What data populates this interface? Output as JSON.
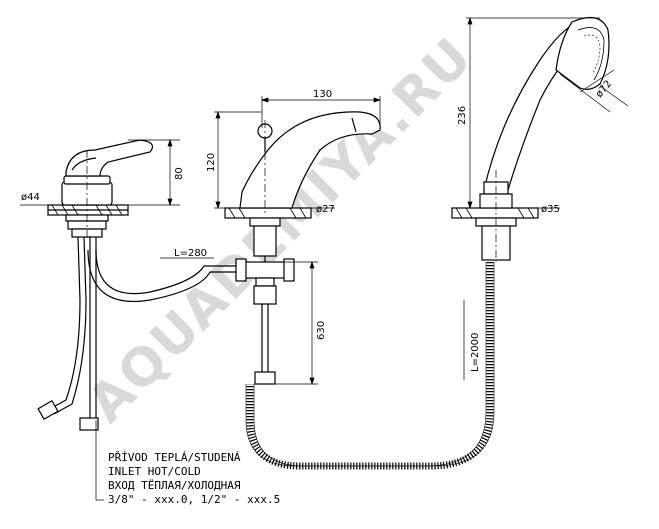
{
  "watermark": "AQUADEMIYA.RU",
  "dimensions": {
    "left_diameter": "ø44",
    "left_height": "80",
    "spout_width": "130",
    "center_height": "120",
    "center_diameter": "ø27",
    "hose_length_left": "L=280",
    "pipe_length": "630",
    "shower_height": "236",
    "shower_head_diameter": "ø72",
    "right_diameter": "ø35",
    "shower_hose_length": "L=2000"
  },
  "notes": [
    "PŘÍVOD TEPLÁ/STUDENÁ",
    "INLET HOT/COLD",
    "ВХОД ТЁПЛАЯ/ХОЛОДНАЯ",
    "3/8\" - xxx.0, 1/2\" - xxx.5"
  ],
  "colors": {
    "line": "#000000",
    "watermark": "#d9d9d9"
  }
}
